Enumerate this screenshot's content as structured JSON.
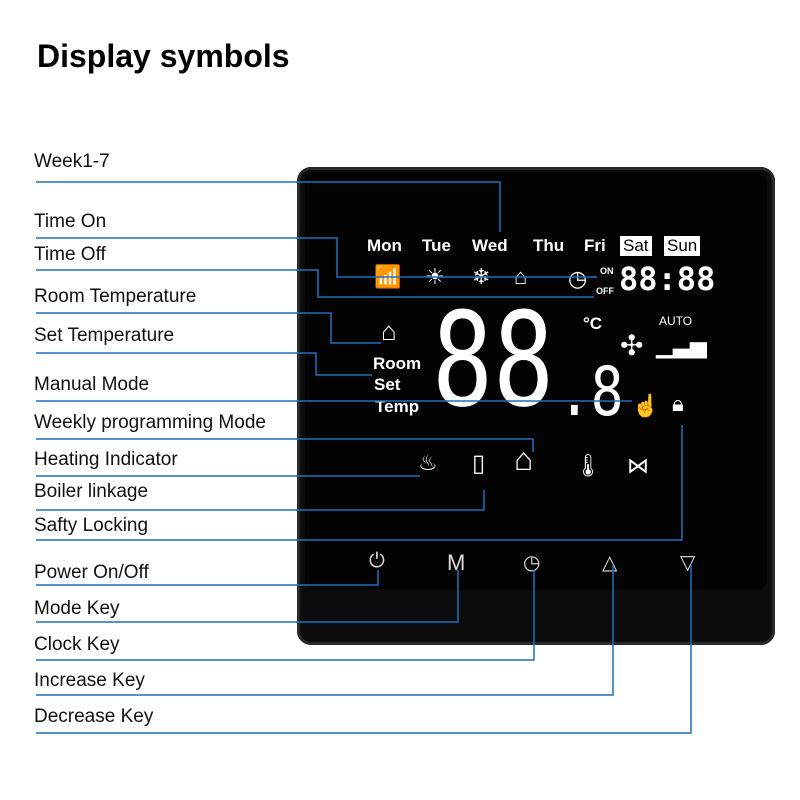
{
  "title": "Display symbols",
  "labels": [
    "Week1-7",
    "Time On",
    "Time Off",
    "Room Temperature",
    "Set Temperature",
    "Manual Mode",
    "Weekly programming Mode",
    "Heating Indicator",
    "Boiler linkage",
    "Safty Locking",
    "Power On/Off",
    "Mode Key",
    "Clock Key",
    "Increase Key",
    "Decrease Key"
  ],
  "display": {
    "days": [
      "Mon",
      "Tue",
      "Wed",
      "Thu",
      "Fri",
      "Sat",
      "Sun"
    ],
    "on": "ON",
    "off": "OFF",
    "clock": "88:88",
    "unit": "°C",
    "auto": "AUTO",
    "room": "Room",
    "set": "Set",
    "temp": "Temp",
    "big": "88",
    "small": ".8",
    "mode_key": "M"
  },
  "colors": {
    "leader": "#1f6fc0",
    "device": "#0c0c0c"
  }
}
